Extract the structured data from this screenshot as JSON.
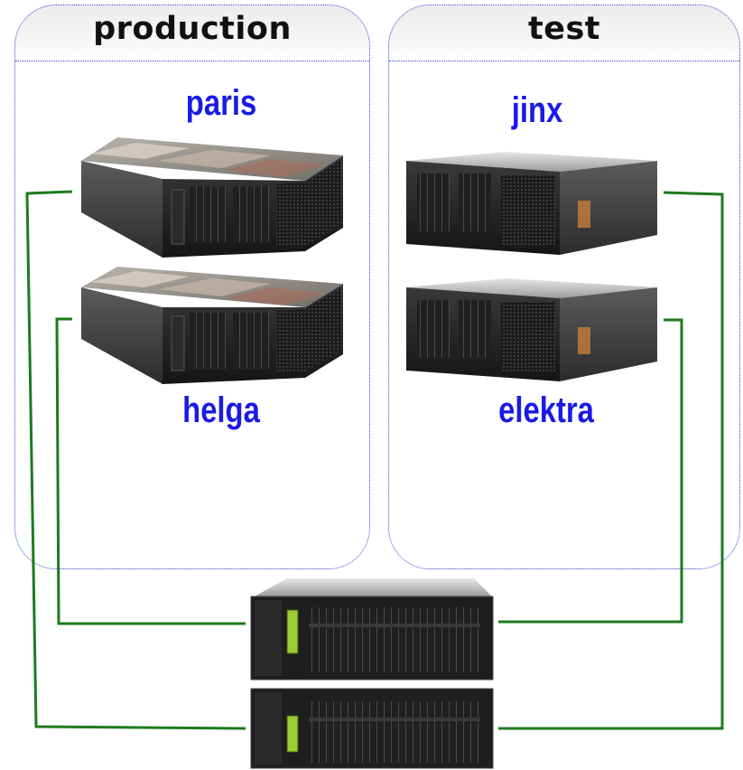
{
  "groups": {
    "production": {
      "title": "production"
    },
    "test": {
      "title": "test"
    }
  },
  "servers": {
    "paris": "paris",
    "helga": "helga",
    "jinx": "jinx",
    "elektra": "elektra"
  },
  "colors": {
    "label": "#1a1ae6",
    "connector": "#1e7a1e",
    "group_border": "#3a47d6"
  }
}
